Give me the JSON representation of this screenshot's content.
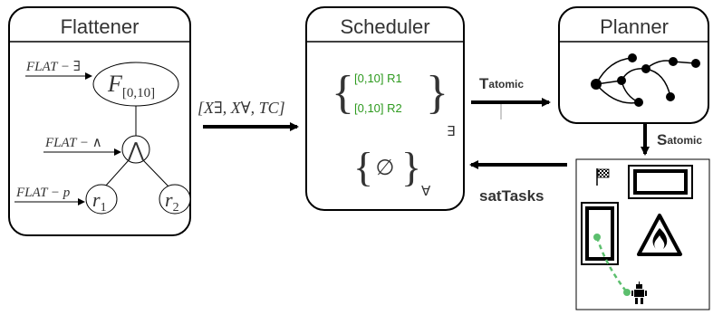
{
  "flattener": {
    "title": "Flattener",
    "root_node": "F",
    "root_subscript": "[0,10]",
    "and_node": "⋀",
    "leaf_1": "r",
    "leaf_1_sub": "1",
    "leaf_2": "r",
    "leaf_2_sub": "2",
    "rule_exists": "FLAT − ∃",
    "rule_and": "FLAT − ∧",
    "rule_p": "FLAT − p"
  },
  "link_flat_to_sched": {
    "label": "[X∃, X∀, TC]"
  },
  "scheduler": {
    "title": "Scheduler",
    "task_1": "[0,10] R1",
    "task_2": "[0,10] R2",
    "exists_subscript": "∃",
    "empty_set": "∅",
    "forall_subscript": "∀",
    "task_color": "#2e9a1f"
  },
  "link_sched_to_planner": {
    "label_main": "T",
    "label_sub": "atomic"
  },
  "planner": {
    "title": "Planner"
  },
  "link_planner_to_env": {
    "label_main": "S",
    "label_sub": "atomic"
  },
  "link_env_to_sched": {
    "label": "satTasks"
  },
  "environment": {
    "path_color": "#5cbf6e",
    "flag_icon": "checkered-flag-icon",
    "fire_icon": "fire-warning-icon",
    "robot_icon": "robot-icon"
  },
  "colors": {
    "stroke": "#000000",
    "title_bar": "#ffffff",
    "text": "#333333"
  }
}
